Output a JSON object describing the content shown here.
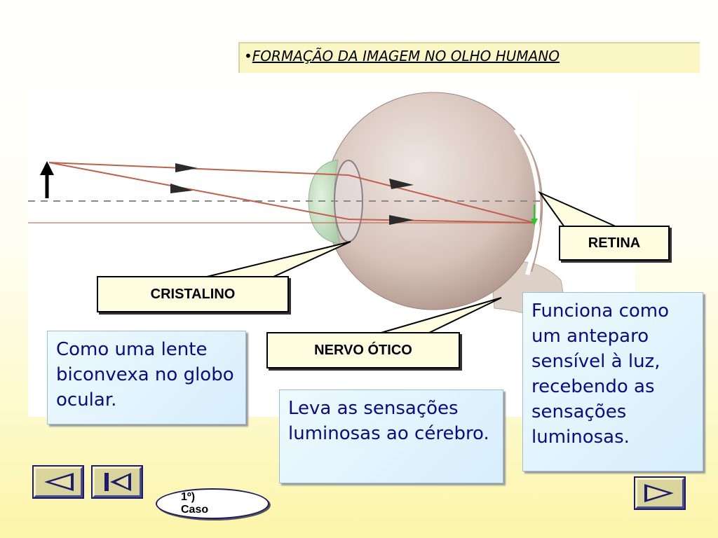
{
  "title": "FORMAÇÃO  DA  IMAGEM  NO OLHO  HUMANO",
  "title_bullet": "•",
  "labels": {
    "retina": "RETINA",
    "cristalino": "CRISTALINO",
    "nervo_otico": "NERVO ÓTICO"
  },
  "descriptions": {
    "cristalino": "Como uma lente biconvexa no globo ocular.",
    "nervo": "Leva as sensações luminosas ao cérebro.",
    "retina": "Funciona como um anteparo sensível à luz, recebendo as sensações luminosas."
  },
  "nav": {
    "case_line1": "1º)",
    "case_line2": "Caso"
  },
  "icons": {
    "back": "triangle-left-icon",
    "first": "skip-back-icon",
    "next": "triangle-right-icon"
  },
  "colors": {
    "desc_text": "#0a0a8c",
    "button_face": "#d9d59a",
    "button_border": "#1c1c6e",
    "label_bg": "#fffde0",
    "ray": "#c2604a",
    "image_arrow": "#22cc22"
  }
}
